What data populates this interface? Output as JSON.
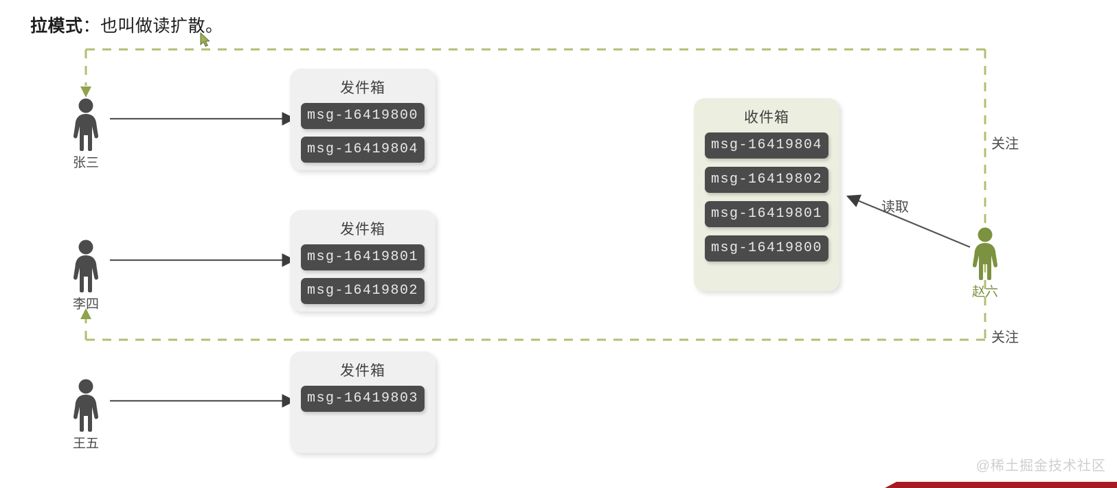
{
  "title": {
    "bold": "拉模式",
    "rest": "：也叫做读扩散。"
  },
  "people": [
    {
      "id": "zhangsan",
      "name": "张三",
      "color": "#4b4b4b"
    },
    {
      "id": "lisi",
      "name": "李四",
      "color": "#4b4b4b"
    },
    {
      "id": "wangwu",
      "name": "王五",
      "color": "#4b4b4b"
    },
    {
      "id": "zhaoliu",
      "name": "赵六",
      "color": "#7c9240"
    }
  ],
  "outboxes": [
    {
      "owner": "张三",
      "title": "发件箱",
      "messages": [
        "msg-16419800",
        "msg-16419804"
      ]
    },
    {
      "owner": "李四",
      "title": "发件箱",
      "messages": [
        "msg-16419801",
        "msg-16419802"
      ]
    },
    {
      "owner": "王五",
      "title": "发件箱",
      "messages": [
        "msg-16419803"
      ]
    }
  ],
  "inbox": {
    "owner": "赵六",
    "title": "收件箱",
    "messages": [
      "msg-16419804",
      "msg-16419802",
      "msg-16419801",
      "msg-16419800"
    ]
  },
  "edges": {
    "read_label": "读取",
    "follow_label_top": "关注",
    "follow_label_bottom": "关注"
  },
  "colors": {
    "dashed_green": "#b5bd72",
    "person_green": "#7c9240",
    "person_gray": "#4b4b4b",
    "msg_chip": "#4b4b4b",
    "outbox_bg": "#f0f0f0",
    "inbox_bg": "#eceee0",
    "arrow_gray": "#555555",
    "accent_red": "#a51c22"
  },
  "watermark": "@稀土掘金技术社区"
}
